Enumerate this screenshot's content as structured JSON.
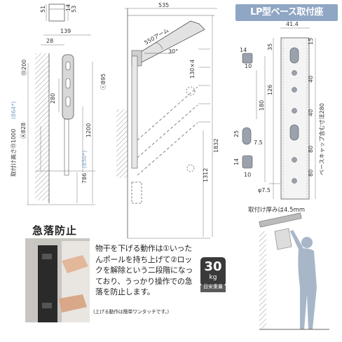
{
  "lp_base_title": "LP型ベース取付座",
  "fall_prevention": {
    "heading": "急落防止",
    "description": "物干を下げる動作は①いったんポールを持ち上げて②ロックを解除という二段階になっており、うっかり操作での急落を防止します。",
    "note": "(上げる動作は簡単ワンタッチです。)"
  },
  "load": {
    "value": "30",
    "unit": "kg",
    "label": "目安重量"
  },
  "mounting_thickness": "取付け厚みは4.5mm",
  "arm_label": "550アーム",
  "angle_label": "30°",
  "dimensions": {
    "top_51": "51",
    "top_14": "14",
    "top_53": "53",
    "d139": "139",
    "d28": "28",
    "d535": "535",
    "d200": "⑬200",
    "d895": "ⓒ895",
    "d280": "280",
    "d1200": "1200",
    "d828": "Ⓐ828",
    "d1000": "取付け高さ⑬1000",
    "d864": "(864*)",
    "d786": "786",
    "d850": "(850*)",
    "d130": "130×4",
    "d1832": "1832",
    "d1312": "1312",
    "w41": "41.4",
    "b14a": "14",
    "b10a": "10",
    "b35": "35",
    "b15": "15",
    "b40a": "40",
    "b126": "126",
    "b180": "180",
    "b40b": "40",
    "b80a": "80",
    "b80b": "80",
    "b25": "25",
    "b75a": "7.5",
    "b14b": "14",
    "b10b": "10",
    "b75b": "φ7.5",
    "b280": "ベースキャップ含む寸法280"
  }
}
